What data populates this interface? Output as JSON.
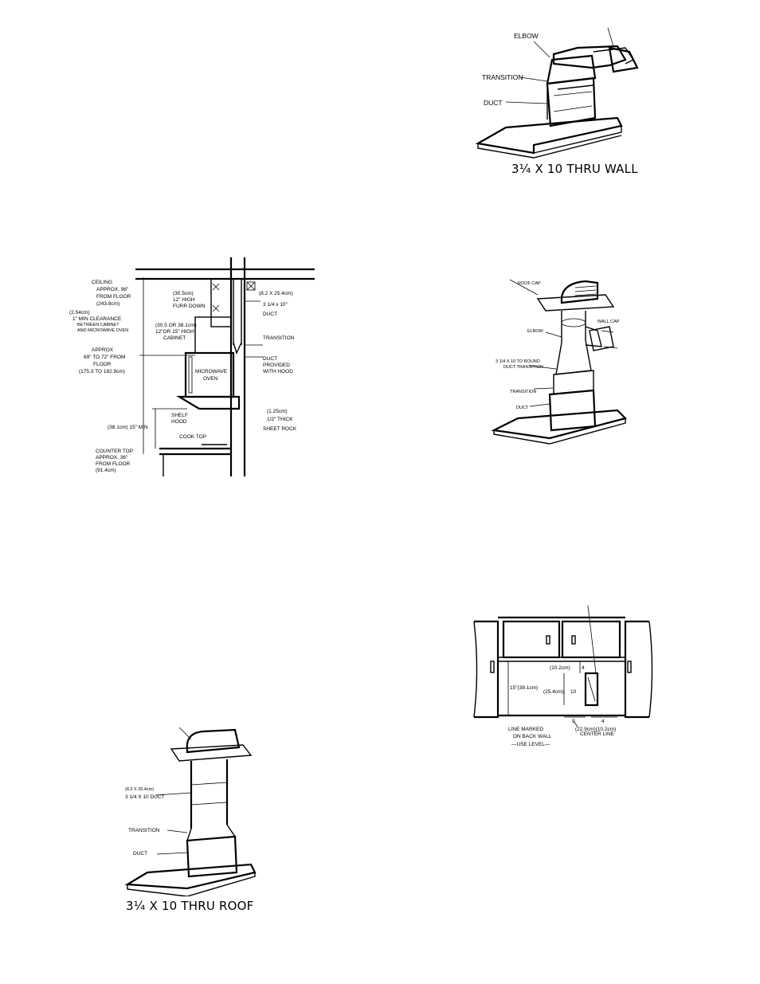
{
  "fig_thru_wall": {
    "caption": "3¼ X 10 THRU WALL",
    "labels": {
      "elbow": "ELBOW",
      "transition": "TRANSITION",
      "duct": "DUCT"
    }
  },
  "fig_cabinet_section": {
    "ceiling": "CEILING",
    "ceiling_height": "APPROX. 96\"",
    "ceiling_from_floor": "FROM FLOOR",
    "ceiling_metric": "(243.8cm)",
    "clearance_metric": "(2.54cm)",
    "clearance_1": "1\" MIN CLEARANCE",
    "clearance_2": "BETWEEN CABINET",
    "clearance_3": "AND MICROWAVE OVEN",
    "furr_metric": "(30.5cm)",
    "furr_1": "12\" HIGH",
    "furr_2": "FURR DOWN",
    "cabinet_metric": "(30.5 OR 38.1cm)",
    "cabinet_1": "12\"OR 15\" HIGH",
    "cabinet_2": "CABINET",
    "duct_metric": "(8.2 X 25.4cm)",
    "duct_size": "3 1/4 x 10\"",
    "duct": "DUCT",
    "transition": "TRANSITION",
    "oven_height_1": "APPROX",
    "oven_height_2": "69\" TO 72\" FROM",
    "oven_height_3": "FLOOR",
    "oven_height_metric": "(175.3 TO 182.9cm)",
    "microwave_1": "MICROWAVE",
    "microwave_2": "OVEN",
    "duct_provided_1": "DUCT",
    "duct_provided_2": "PROVIDED",
    "duct_provided_3": "WITH HOOD",
    "shelf_1": "SHELF",
    "shelf_2": "HOOD",
    "min_gap": "(38.1cm) 15\" MIN",
    "sheet_rock_metric": "(1.25cm)",
    "sheet_rock_1": "1/2\" THICK",
    "sheet_rock_2": "SHEET ROCK",
    "cook_top": "COOK TOP",
    "counter_1": "COUNTER TOP",
    "counter_2": "APPROX. 36\"",
    "counter_3": "FROM FLOOR",
    "counter_metric": "(91.4cm)"
  },
  "fig_round_duct": {
    "roof_cap": "ROOF CAP",
    "wall_cap": "WALL CAP",
    "elbow": "ELBOW",
    "round_transition_1": "3 1/4 X 10 TO ROUND",
    "round_transition_2": "DUCT TRANSITION",
    "transition": "TRANSITION",
    "duct": "DUCT"
  },
  "fig_thru_roof": {
    "caption": "3¼ X 10 THRU ROOF",
    "duct_metric": "(8.3 X 25.4cm)",
    "duct": "3 1/4 X 10 DUCT",
    "transition": "TRANSITION",
    "duct_label": "DUCT"
  },
  "fig_wall_layout": {
    "top_gap_metric": "(10.2cm)",
    "top_gap": "4",
    "height_metric": "(25.4cm)",
    "height": "10",
    "left_metric": "15\"(38.1cm)",
    "horiz_9": "9",
    "horiz_4": "4",
    "horiz_metric": "(22.9cm)(10.2cm)",
    "line_1": "LINE MARKED",
    "line_2": "ON BACK WALL",
    "line_3": "—USE LEVEL—",
    "center_line": "CENTER LINE"
  }
}
